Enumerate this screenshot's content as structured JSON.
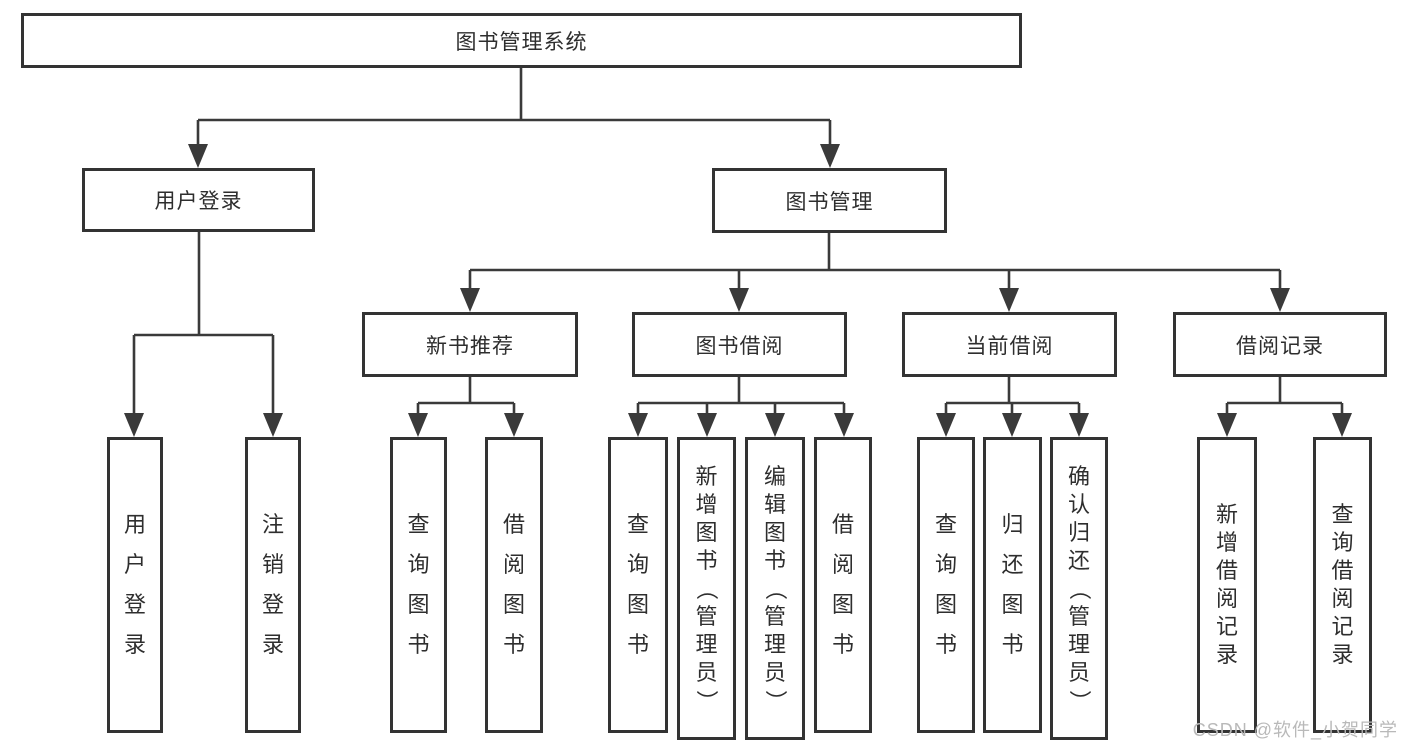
{
  "tree": {
    "label": "图书管理系统",
    "children": [
      {
        "label": "用户登录",
        "children": [
          {
            "label": "用户登录"
          },
          {
            "label": "注销登录"
          }
        ]
      },
      {
        "label": "图书管理",
        "children": [
          {
            "label": "新书推荐",
            "children": [
              {
                "label": "查询图书"
              },
              {
                "label": "借阅图书"
              }
            ]
          },
          {
            "label": "图书借阅",
            "children": [
              {
                "label": "查询图书"
              },
              {
                "label": "新增图书（管理员）"
              },
              {
                "label": "编辑图书（管理员）"
              },
              {
                "label": "借阅图书"
              }
            ]
          },
          {
            "label": "当前借阅",
            "children": [
              {
                "label": "查询图书"
              },
              {
                "label": "归还图书"
              },
              {
                "label": "确认归还（管理员）"
              }
            ]
          },
          {
            "label": "借阅记录",
            "children": [
              {
                "label": "新增借阅记录"
              },
              {
                "label": "查询借阅记录"
              }
            ]
          }
        ]
      }
    ]
  },
  "watermark": "CSDN @软件_小贺同学",
  "colors": {
    "line": "#3a3a3a",
    "border": "#333333",
    "text": "#2e2e2e",
    "watermark": "#b9b9b9",
    "bg": "#ffffff"
  }
}
